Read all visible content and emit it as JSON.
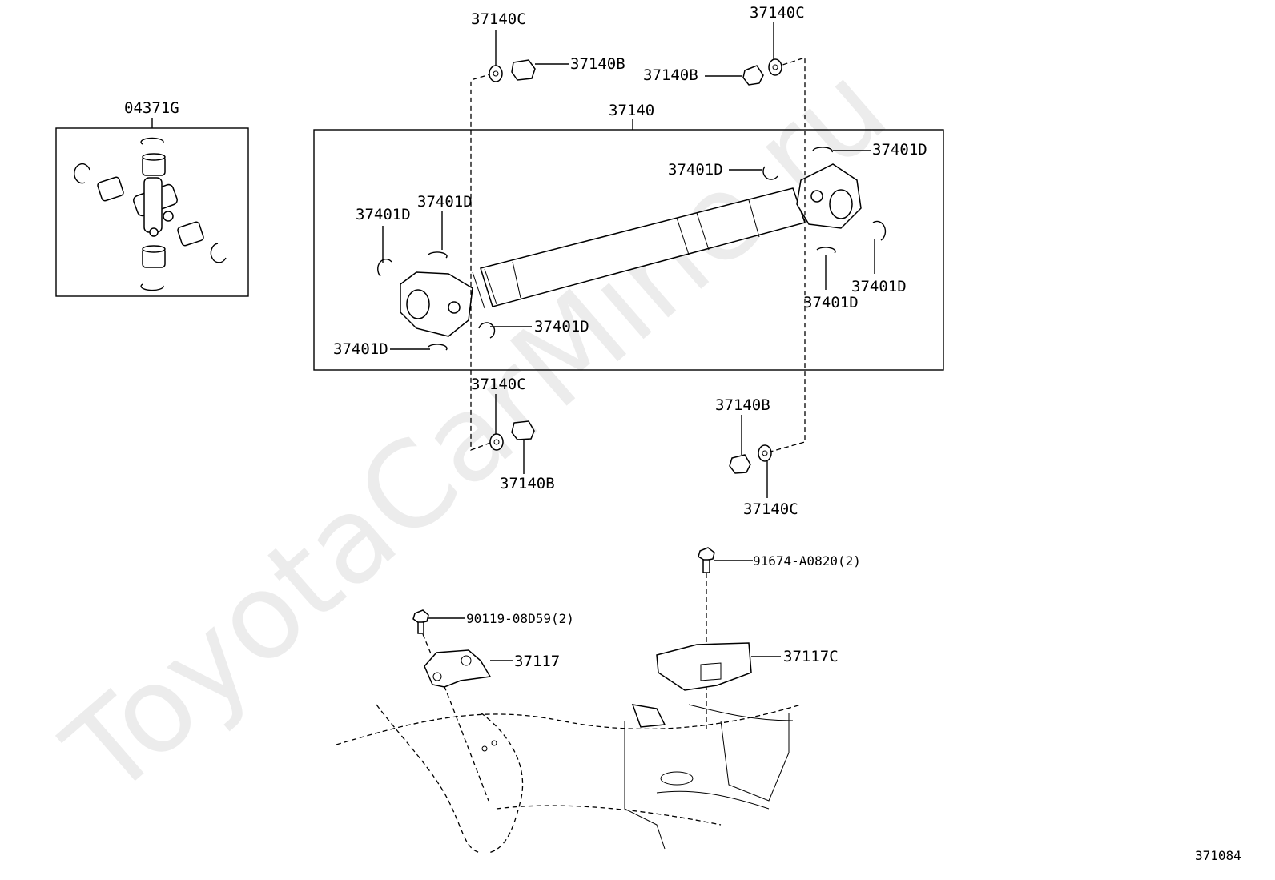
{
  "watermark": "ToyotaCarMine.ru",
  "diagram_code": "371084",
  "labels": {
    "kit": "04371G",
    "shaft": "37140",
    "c_top_left": "37140C",
    "b_top_left": "37140B",
    "c_top_right": "37140C",
    "b_top_right": "37140B",
    "d_left_upper": "37401D",
    "d_left_mid": "37401D",
    "d_left_lower": "37401D",
    "d_center_lower": "37401D",
    "d_right_top_inner": "37401D",
    "d_right_top_outer": "37401D",
    "d_right_lower_inner": "37401D",
    "d_right_lower_outer": "37401D",
    "c_bottom_left": "37140C",
    "b_bottom_left": "37140B",
    "b_bottom_right": "37140B",
    "c_bottom_right": "37140C",
    "bolt_right": "91674-A0820(2)",
    "bolt_left": "90119-08D59(2)",
    "bracket": "37117",
    "cover": "37117C"
  }
}
